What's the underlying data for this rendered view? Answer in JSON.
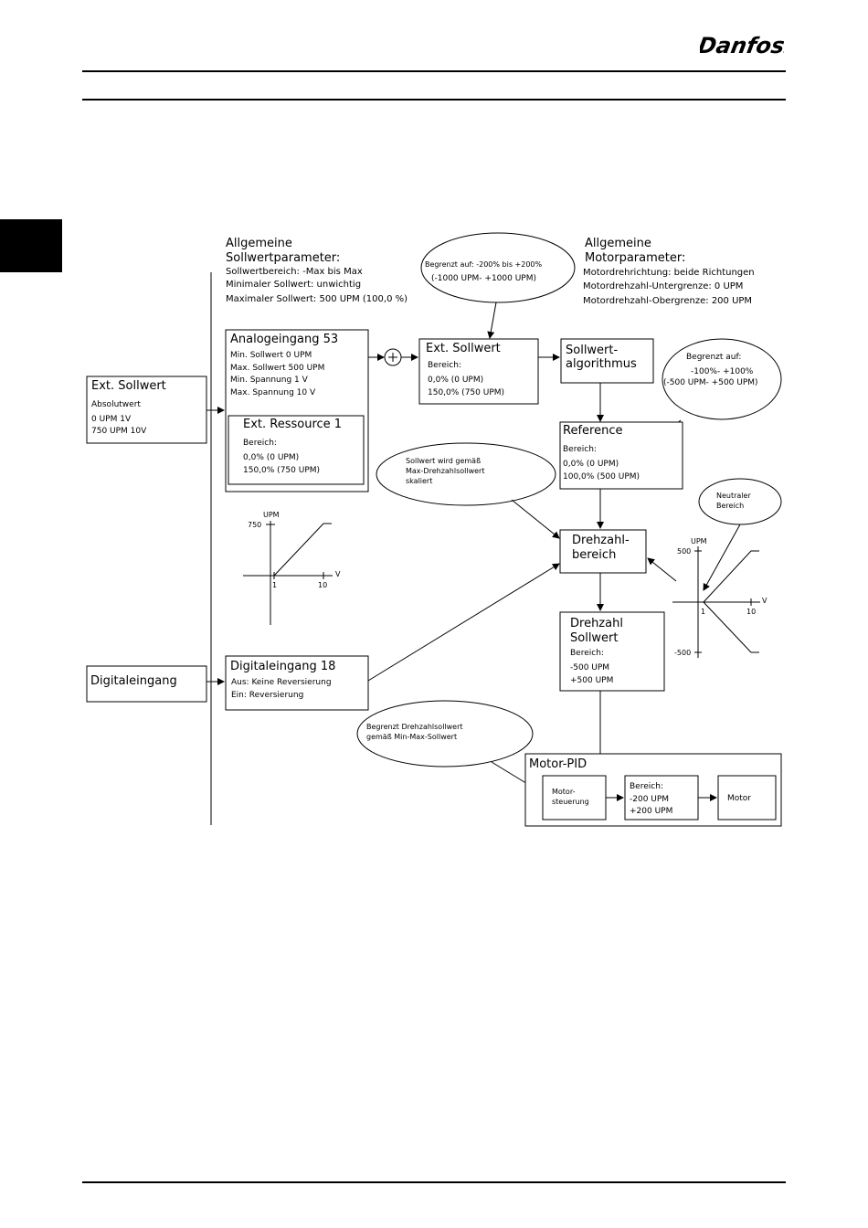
{
  "header": {
    "brand": "Danfoss"
  },
  "diagram": {
    "general_ref": {
      "title_1": "Allgemeine",
      "title_2": "Sollwertparameter:",
      "line_1": "Sollwertbereich: -Max bis Max",
      "line_2": "Minimaler Sollwert: unwichtig",
      "line_3": "Maximaler Sollwert: 500 UPM (100,0 %)"
    },
    "general_motor": {
      "title_1": "Allgemeine",
      "title_2": "Motorparameter:",
      "line_1": "Motordrehrichtung: beide Richtungen",
      "line_2": "Motordrehzahl-Untergrenze: 0 UPM",
      "line_3": "Motordrehzahl-Obergrenze: 200 UPM"
    },
    "ext_sollwert_left": {
      "title": "Ext. Sollwert",
      "line_1": "Absolutwert",
      "line_2": "0 UPM  1V",
      "line_3": "750 UPM  10V"
    },
    "digitaleingang": {
      "title": "Digitaleingang"
    },
    "analog53": {
      "title": "Analogeingang 53",
      "line_1": "Min. Sollwert 0 UPM",
      "line_2": "Max. Sollwert 500 UPM",
      "line_3": "Min. Spannung 1 V",
      "line_4": "Max. Spannung 10 V"
    },
    "ext_ressource": {
      "title": "Ext. Ressource 1",
      "line_1": "Bereich:",
      "line_2": "0,0% (0 UPM)",
      "line_3": "150,0% (750 UPM)"
    },
    "ext_sollwert_mid": {
      "title": "Ext. Sollwert",
      "line_1": "Bereich:",
      "line_2": "0,0% (0 UPM)",
      "line_3": "150,0% (750 UPM)"
    },
    "sollwert_algo": {
      "title_1": "Sollwert-",
      "title_2": "algorithmus"
    },
    "reference": {
      "title": "Reference",
      "line_1": "Bereich:",
      "line_2": "0,0% (0 UPM)",
      "line_3": "100,0% (500 UPM)"
    },
    "drehzahlbereich": {
      "title_1": "Drehzahl-",
      "title_2": "bereich"
    },
    "drehzahl_sollwert": {
      "title_1": "Drehzahl",
      "title_2": "Sollwert",
      "line_1": "Bereich:",
      "line_2": "-500 UPM",
      "line_3": "+500 UPM"
    },
    "digital18": {
      "title": "Digitaleingang 18",
      "line_1": "Aus: Keine Reversierung",
      "line_2": "Ein: Reversierung"
    },
    "motor_pid": {
      "title": "Motor-PID",
      "steuerung_1": "Motor-",
      "steuerung_2": "steuerung",
      "range_1": "Bereich:",
      "range_2": "-200 UPM",
      "range_3": "+200 UPM",
      "motor": "Motor"
    },
    "bubble_limit_top": {
      "line_1": "Begrenzt auf: -200% bis +200%",
      "line_2": "(-1000 UPM- +1000 UPM)"
    },
    "bubble_limit_right": {
      "line_1": "Begrenzt auf:",
      "line_2": "-100%- +100%",
      "line_3": "(-500 UPM- +500 UPM)"
    },
    "bubble_scaled": {
      "line_1": "Sollwert wird gemäß",
      "line_2": "Max-Drehzahlsollwert",
      "line_3": "skaliert"
    },
    "bubble_neutral": {
      "line_1": "Neutraler",
      "line_2": "Bereich"
    },
    "bubble_minmax": {
      "line_1": "Begrenzt Drehzahlsollwert",
      "line_2": "gemäß Min-Max-Sollwert"
    },
    "graph_left": {
      "y_label": "UPM",
      "y_tick": "750",
      "x_label": "V",
      "x_tick_1": "1",
      "x_tick_2": "10"
    },
    "graph_right": {
      "y_label": "UPM",
      "y_tick_top": "500",
      "y_tick_bottom": "-500",
      "x_label": "V",
      "x_tick_1": "1",
      "x_tick_2": "10"
    }
  }
}
